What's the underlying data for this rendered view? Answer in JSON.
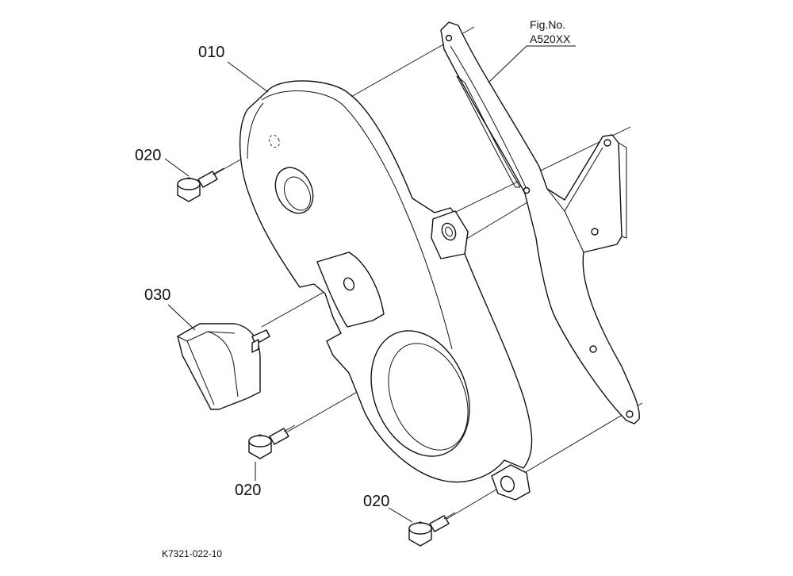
{
  "callouts": {
    "cover": "010",
    "bolt_upper": "020",
    "bolt_middle": "020",
    "bolt_lower": "020",
    "damper": "030"
  },
  "figure_ref": {
    "line1": "Fig.No.",
    "line2": "A520XX"
  },
  "drawing_number": "K7321-022-10"
}
